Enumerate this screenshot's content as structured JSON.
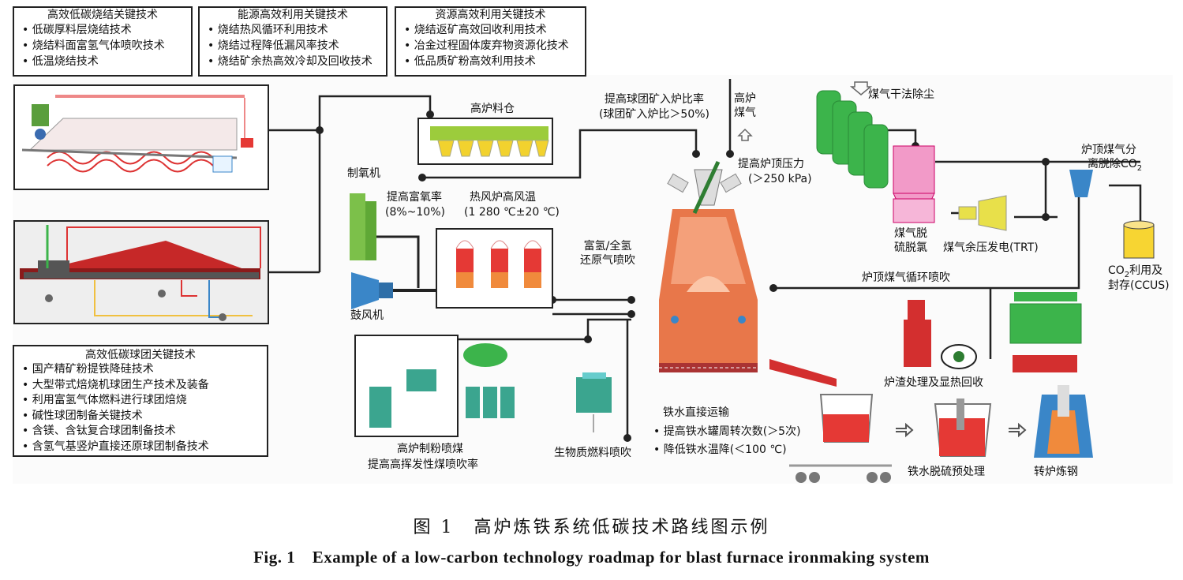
{
  "tech_boxes": {
    "sinter": {
      "title": "高效低碳烧结关键技术",
      "items": [
        "• 低碳厚料层烧结技术",
        "• 烧结料面富氢气体喷吹技术",
        "• 低温烧结技术"
      ]
    },
    "energy": {
      "title": "能源高效利用关键技术",
      "items": [
        "• 烧结热风循环利用技术",
        "• 烧结过程降低漏风率技术",
        "• 烧结矿余热高效冷却及回收技术"
      ]
    },
    "resource": {
      "title": "资源高效利用关键技术",
      "items": [
        "• 烧结返矿高效回收利用技术",
        "• 冶金过程固体废弃物资源化技术",
        "• 低品质矿粉高效利用技术"
      ]
    },
    "pellet": {
      "title": "高效低碳球团关键技术",
      "items": [
        "• 国产精矿粉提铁降硅技术",
        "• 大型带式焙烧机球团生产技术及装备",
        "• 利用富氢气体燃料进行球团焙烧",
        "• 碱性球团制备关键技术",
        "• 含镁、含钛复合球团制备技术",
        "• 含氢气基竖炉直接还原球团制备技术"
      ]
    }
  },
  "labels": {
    "bf_bin": "高炉料仓",
    "pellet_ratio_1": "提高球团矿入炉比率",
    "pellet_ratio_2": "(球团矿入炉比＞50%)",
    "bf_gas_1": "高炉",
    "bf_gas_2": "煤气",
    "dry_dust": "煤气干法除尘",
    "top_pressure_1": "提高炉顶压力",
    "top_pressure_2": "(＞250 kPa)",
    "co2_sep_1": "炉顶煤气分",
    "co2_sep_2": "离脱除CO",
    "co2_sub": "2",
    "oxygen_plant": "制氧机",
    "o2_rate_1": "提高富氧率",
    "o2_rate_2": "(8%~10%)",
    "hot_blast_1": "热风炉高风温",
    "hot_blast_2": "(1 280 ℃±20 ℃)",
    "h2_inject_1": "富氢/全氢",
    "h2_inject_2": "还原气喷吹",
    "desulf_1": "煤气脱",
    "desulf_2": "硫脱氯",
    "trt": "煤气余压发电(TRT)",
    "ccus_1": "CO",
    "ccus_sub": "2",
    "ccus_1b": "利用及",
    "ccus_2": "封存(CCUS)",
    "top_gas_recycle": "炉顶煤气循环喷吹",
    "blower": "鼓风机",
    "slag": "炉渣处理及显热回收",
    "pci_1": "高炉制粉喷煤",
    "pci_2": "提高高挥发性煤喷吹率",
    "biomass": "生物质燃料喷吹",
    "hot_metal_title": "铁水直接运输",
    "hot_metal_1": "• 提高铁水罐周转次数(＞5次)",
    "hot_metal_2": "• 降低铁水温降(＜100 ℃)",
    "desulf_pre": "铁水脱硫预处理",
    "converter": "转炉炼钢"
  },
  "figure_caption": {
    "cn": "图 1　高炉炼铁系统低碳技术路线图示例",
    "en": "Fig. 1　Example of a low-carbon technology roadmap for blast furnace ironmaking system"
  },
  "colors": {
    "silo_green": "#3cb44b",
    "bin_yellow": "#f2d22e",
    "furnace_orange": "#e8774a",
    "stove_red": "#e53935",
    "blower_blue": "#3a86c8",
    "desulf_pink": "#f29ac8",
    "trt_yellow": "#e8e04a",
    "ccus_yellow": "#f7d532",
    "slag_red": "#d32f2f"
  }
}
